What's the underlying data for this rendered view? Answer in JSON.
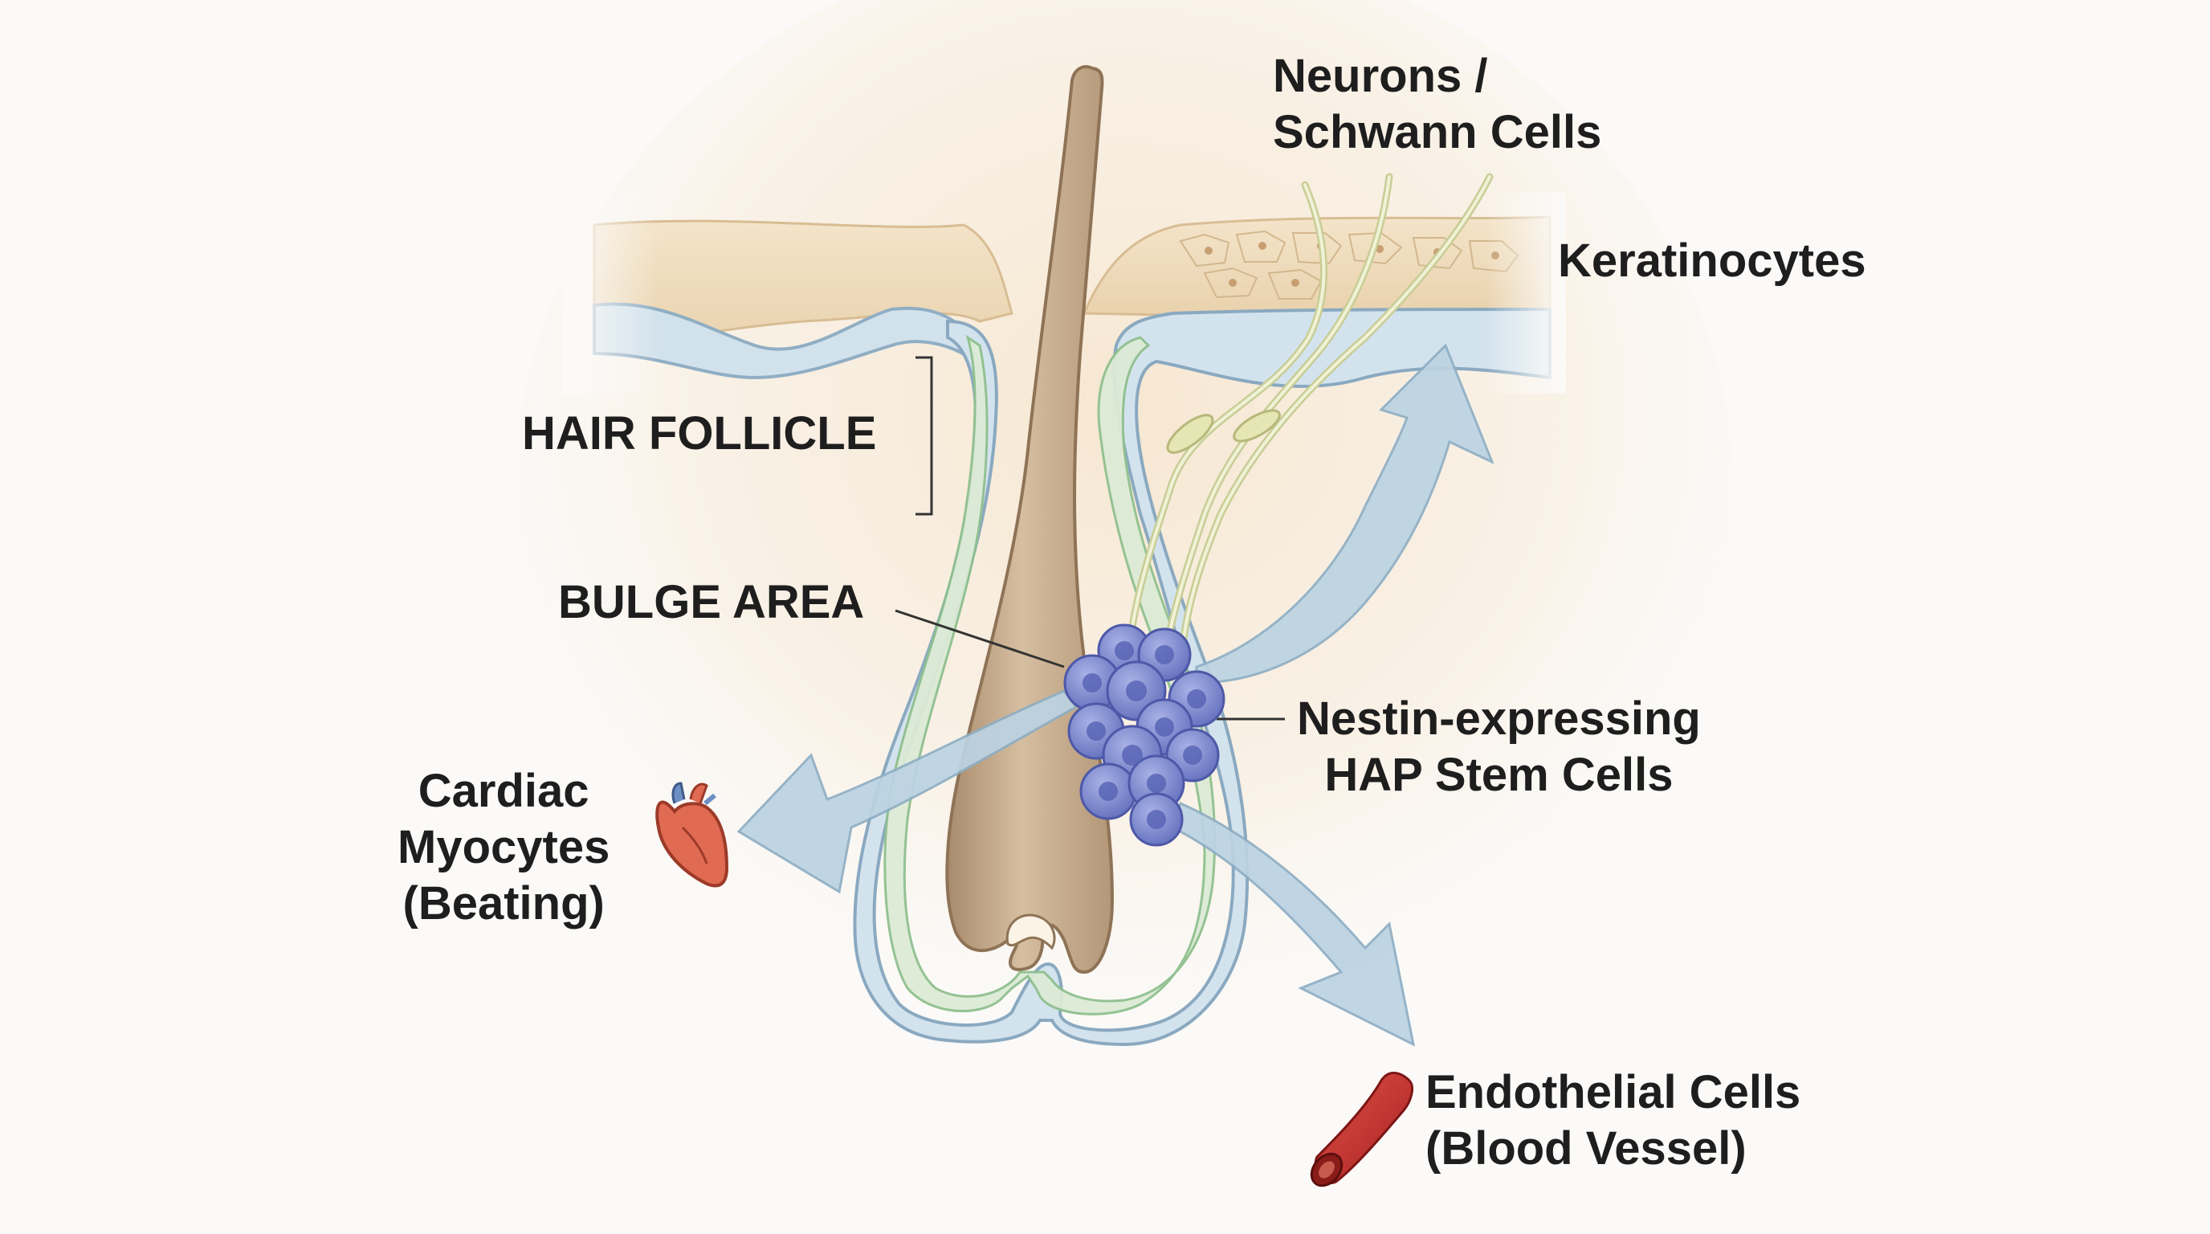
{
  "labels": {
    "neurons": [
      "Neurons /",
      "Schwann Cells"
    ],
    "keratinocytes": "Keratinocytes",
    "hair_follicle": "HAIR FOLLICLE",
    "bulge_area": "BULGE AREA",
    "stem_cells": [
      "Nestin-expressing",
      "HAP Stem Cells"
    ],
    "cardiac": [
      "Cardiac",
      "Myocytes",
      "(Beating)"
    ],
    "endothelial": [
      "Endothelial Cells",
      "(Blood Vessel)"
    ]
  },
  "icons": [
    "heart-icon",
    "blood-vessel-icon",
    "stem-cell-cluster"
  ],
  "colors": {
    "epidermis": "#efdcbf",
    "follicle_sheath": "#cfe0ea",
    "inner_sheath": "#d9ead3",
    "hair_shaft": "#c8ad8e",
    "stem_cells": "#7b87cf",
    "arrows": "#b9d2e2",
    "nerves": "#d6dcae"
  }
}
